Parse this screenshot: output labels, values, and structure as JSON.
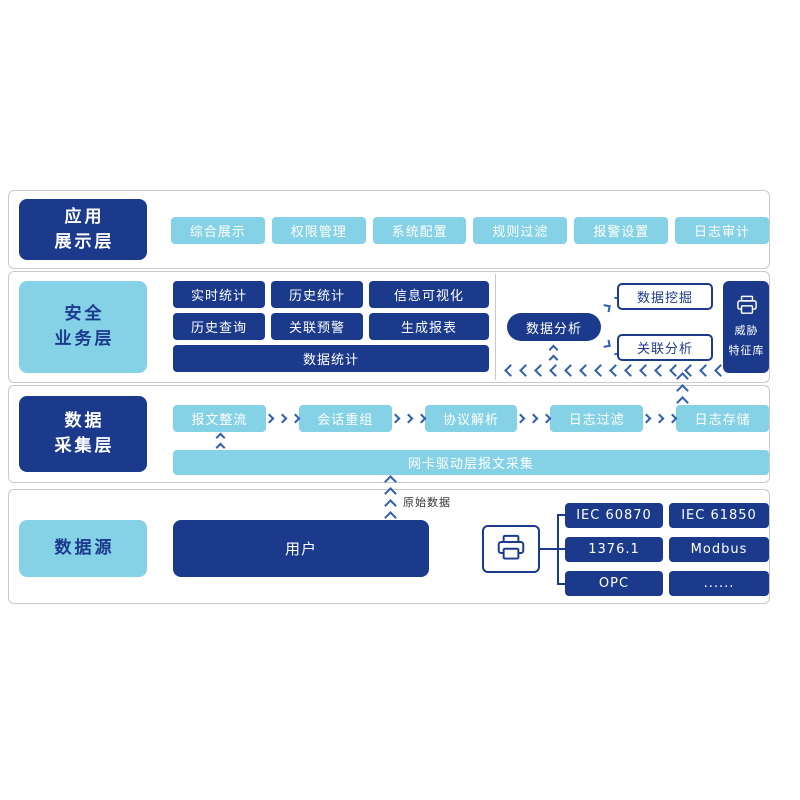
{
  "colors": {
    "navy": "#1B3A8C",
    "light": "#85D2E6",
    "arrow": "#2E5FB0",
    "border": "#C9C9C9",
    "raw_text": "#333333"
  },
  "app": {
    "label_line1": "应用",
    "label_line2": "展示层",
    "items": [
      "综合展示",
      "权限管理",
      "系统配置",
      "规则过滤",
      "报警设置",
      "日志审计"
    ]
  },
  "security": {
    "label_line1": "安全",
    "label_line2": "业务层",
    "grid": [
      "实时统计",
      "历史统计",
      "信息可视化",
      "历史查询",
      "关联预警",
      "生成报表"
    ],
    "wide": "数据统计",
    "analysis": "数据分析",
    "mining": "数据挖掘",
    "correlation": "关联分析",
    "threat_line1": "威胁",
    "threat_line2": "特征库"
  },
  "collect": {
    "label_line1": "数据",
    "label_line2": "采集层",
    "pipeline": [
      "报文整流",
      "会话重组",
      "协议解析",
      "日志过滤",
      "日志存储"
    ],
    "wide": "网卡驱动层报文采集"
  },
  "source": {
    "label": "数据源",
    "user": "用户",
    "raw_label": "原始数据",
    "protocols_left": [
      "IEC 60870",
      "1376.1",
      "OPC"
    ],
    "protocols_right": [
      "IEC 61850",
      "Modbus",
      "......"
    ]
  }
}
